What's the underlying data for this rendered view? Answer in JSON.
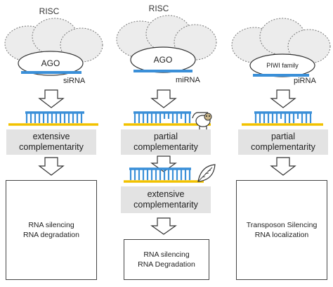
{
  "columns": [
    {
      "risc_label": "RISC",
      "protein_label": "AGO",
      "small_rna_label": "siRNA",
      "complementarity_line1": "extensive",
      "complementarity_line2": "complementarity",
      "outcome_line1": "RNA silencing",
      "outcome_line2": "RNA degradation"
    },
    {
      "risc_label": "RISC",
      "protein_label": "AGO",
      "small_rna_label": "miRNA",
      "complementarity_line1": "partial",
      "complementarity_line2": "complementarity",
      "secondary_complementarity_line1": "extensive",
      "secondary_complementarity_line2": "complementarity",
      "outcome_line1": "RNA silencing",
      "outcome_line2": "RNA Degradation"
    },
    {
      "risc_label": "",
      "protein_label": "PIWI family",
      "small_rna_label": "piRNA",
      "complementarity_line1": "partial",
      "complementarity_line2": "complementarity",
      "outcome_line1": "Transposon Silencing",
      "outcome_line2": "RNA localization"
    }
  ],
  "colors": {
    "small_rna": "#3a8fd8",
    "target_rna": "#f2c200",
    "cloud_fill": "#ececec",
    "band_fill": "#e3e3e3"
  },
  "icons": [
    "sloth-icon",
    "leaf-icon"
  ]
}
